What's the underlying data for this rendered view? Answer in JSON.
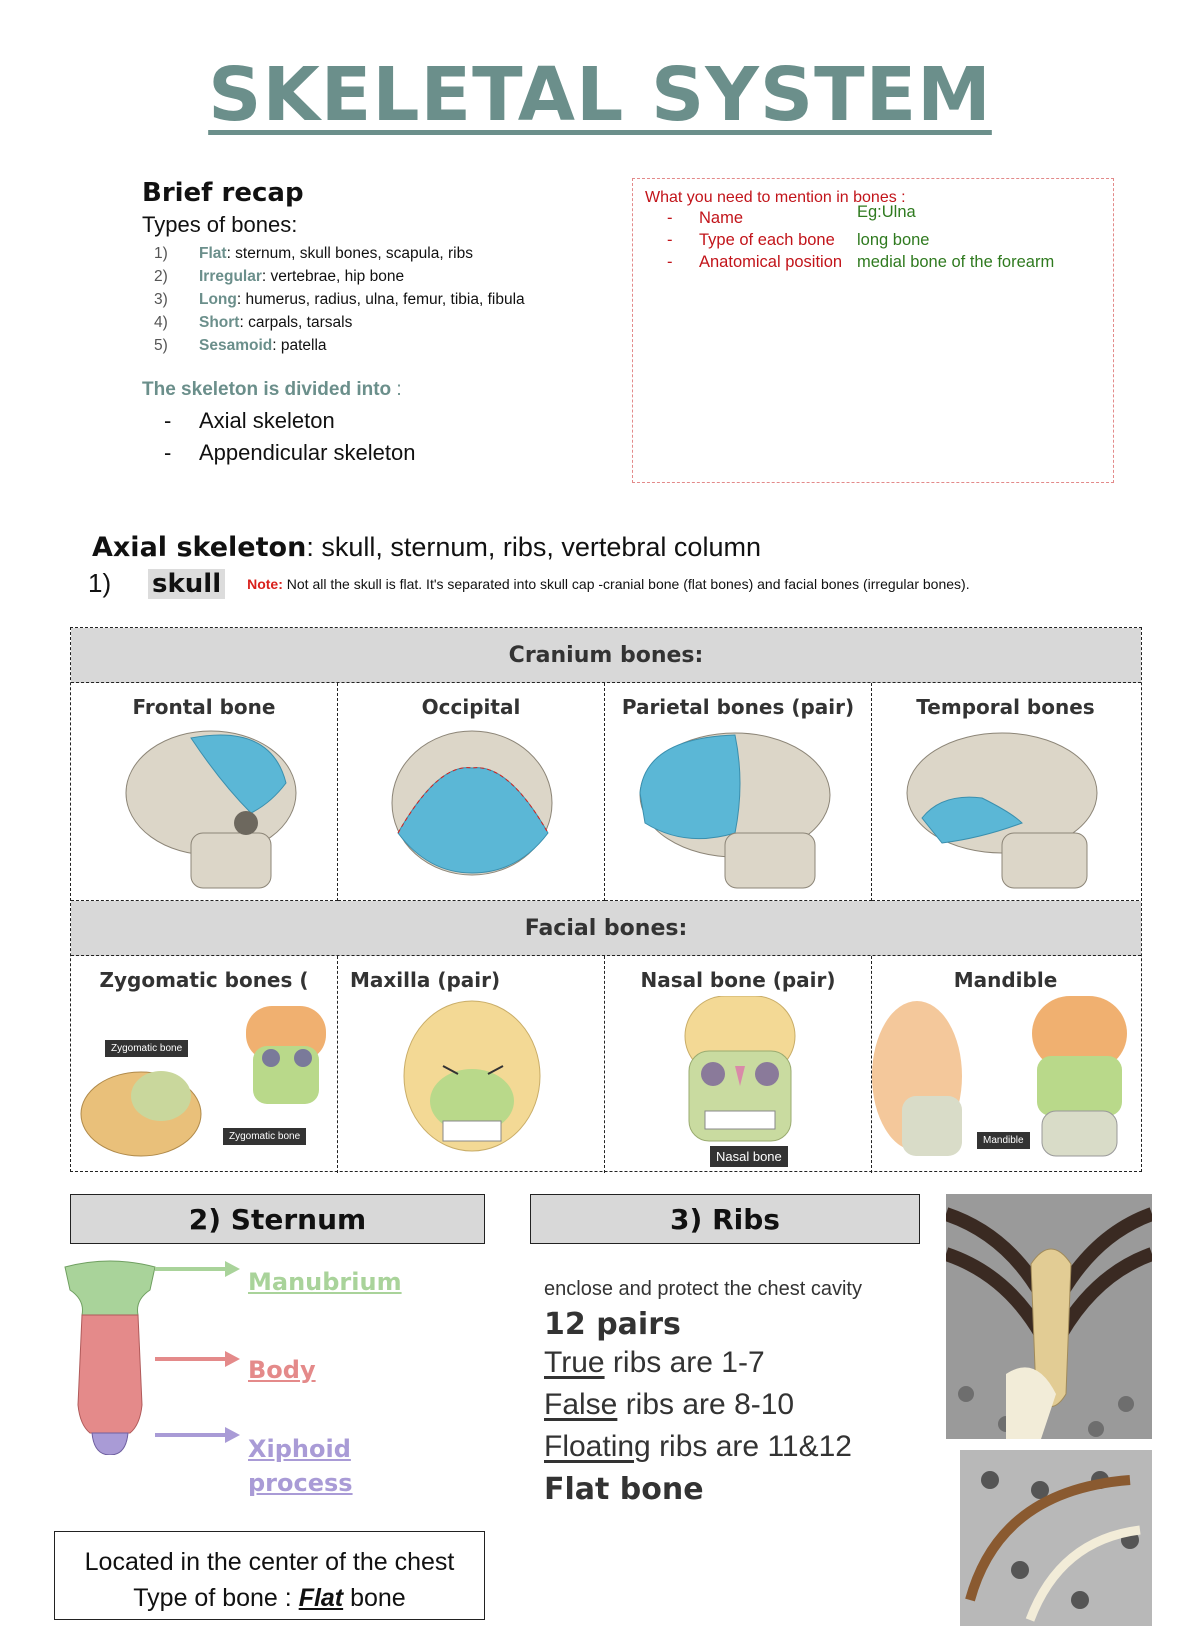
{
  "title": "SKELETAL SYSTEM",
  "recap": {
    "heading": "Brief recap",
    "types_label": "Types of bones:",
    "types": [
      {
        "num": "1)",
        "name": "Flat",
        "items": ": sternum, skull bones, scapula, ribs"
      },
      {
        "num": "2)",
        "name": "Irregular",
        "items": ": vertebrae, hip bone"
      },
      {
        "num": "3)",
        "name": "Long",
        "items": ": humerus, radius, ulna, femur, tibia, fibula"
      },
      {
        "num": "4)",
        "name": "Short",
        "items": ": carpals, tarsals"
      },
      {
        "num": "5)",
        "name": "Sesamoid",
        "items": ": patella"
      }
    ],
    "divided_label": "The skeleton is divided into",
    "divided_colon": " :",
    "divisions": [
      {
        "dash": "-",
        "text": "Axial skeleton"
      },
      {
        "dash": "-",
        "text": "Appendicular skeleton"
      }
    ]
  },
  "mention": {
    "heading": "What you need to mention in bones :",
    "rows": [
      {
        "dash": "-",
        "label": "Name",
        "example": "Eg:Ulna"
      },
      {
        "dash": "-",
        "label": "Type of each bone",
        "example": "long bone"
      },
      {
        "dash": "-",
        "label": "Anatomical position",
        "example": "medial bone of the forearm"
      }
    ]
  },
  "axial": {
    "label": "Axial skeleton",
    "rest": ": skull, sternum, ribs, vertebral column"
  },
  "skull": {
    "num": "1)",
    "label": "skull",
    "note_label": "Note:",
    "note_text": " Not all the skull is flat. It's separated into skull cap -cranial bone (flat bones) and facial bones (irregular bones)."
  },
  "cranium": {
    "heading": "Cranium bones:",
    "cells": [
      "Frontal bone",
      "Occipital",
      "Parietal bones (pair)",
      "Temporal bones"
    ]
  },
  "facial": {
    "heading": "Facial bones:",
    "cells": [
      "Zygomatic bones (",
      "Maxilla (pair)",
      "Nasal bone (pair)",
      "Mandible"
    ],
    "tags": {
      "zygomatic_1": "Zygomatic bone",
      "zygomatic_2": "Zygomatic bone",
      "nasal": "Nasal bone",
      "mandible": "Mandible"
    }
  },
  "sternum": {
    "heading": "2)   Sternum",
    "parts": [
      "Manubrium",
      "Body",
      "Xiphoid process"
    ],
    "location": "Located in the center of the chest",
    "type_prefix": "Type of bone : ",
    "type_value": "Flat",
    "type_suffix": " bone",
    "colors": {
      "manubrium": "#a9d39a",
      "body": "#e48a8a",
      "xiphoid": "#a99bd6"
    }
  },
  "ribs": {
    "heading": "3)  Ribs",
    "enclose": "enclose and protect the chest cavity",
    "pairs": "12 pairs",
    "lines": [
      {
        "key": "True",
        "rest": " ribs are 1-7"
      },
      {
        "key": "False",
        "rest": " ribs are 8-10"
      },
      {
        "key": "Floating",
        "rest": " ribs are 11&12"
      }
    ],
    "flat": "Flat bone"
  },
  "colors": {
    "accent": "#6b8f8b",
    "highlight": "#5bb7d6",
    "note_red": "#d9201c",
    "example_green": "#2f7a1f"
  }
}
